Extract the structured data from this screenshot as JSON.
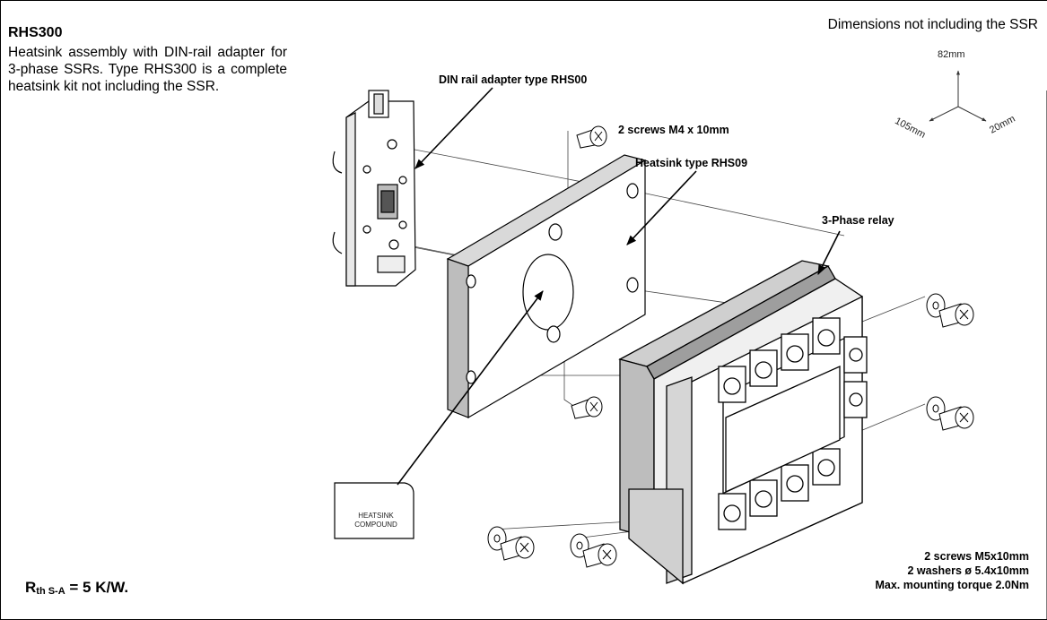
{
  "product": {
    "title": "RHS300",
    "description": "Heatsink assembly with DIN-rail adapter for 3-phase SSRs. Type RHS300 is a complete heatsink kit not including the SSR."
  },
  "dimensions": {
    "note": "Dimensions not including the SSR",
    "height": "82mm",
    "depth": "105mm",
    "width": "20mm"
  },
  "labels": {
    "din_adapter": "DIN rail adapter type RHS00",
    "screws_m4": "2 screws M4 x 10mm",
    "heatsink": "Heatsink type RHS09",
    "relay": "3-Phase relay",
    "compound_line1": "HEATSINK",
    "compound_line2": "COMPOUND"
  },
  "mounting": {
    "screws_m5": "2 screws M5x10mm",
    "washers": "2 washers ø 5.4x10mm",
    "torque": "Max. mounting torque  2.0Nm"
  },
  "thermal": {
    "symbol": "R",
    "subscript": "th S-A",
    "value": " = 5 K/W."
  }
}
